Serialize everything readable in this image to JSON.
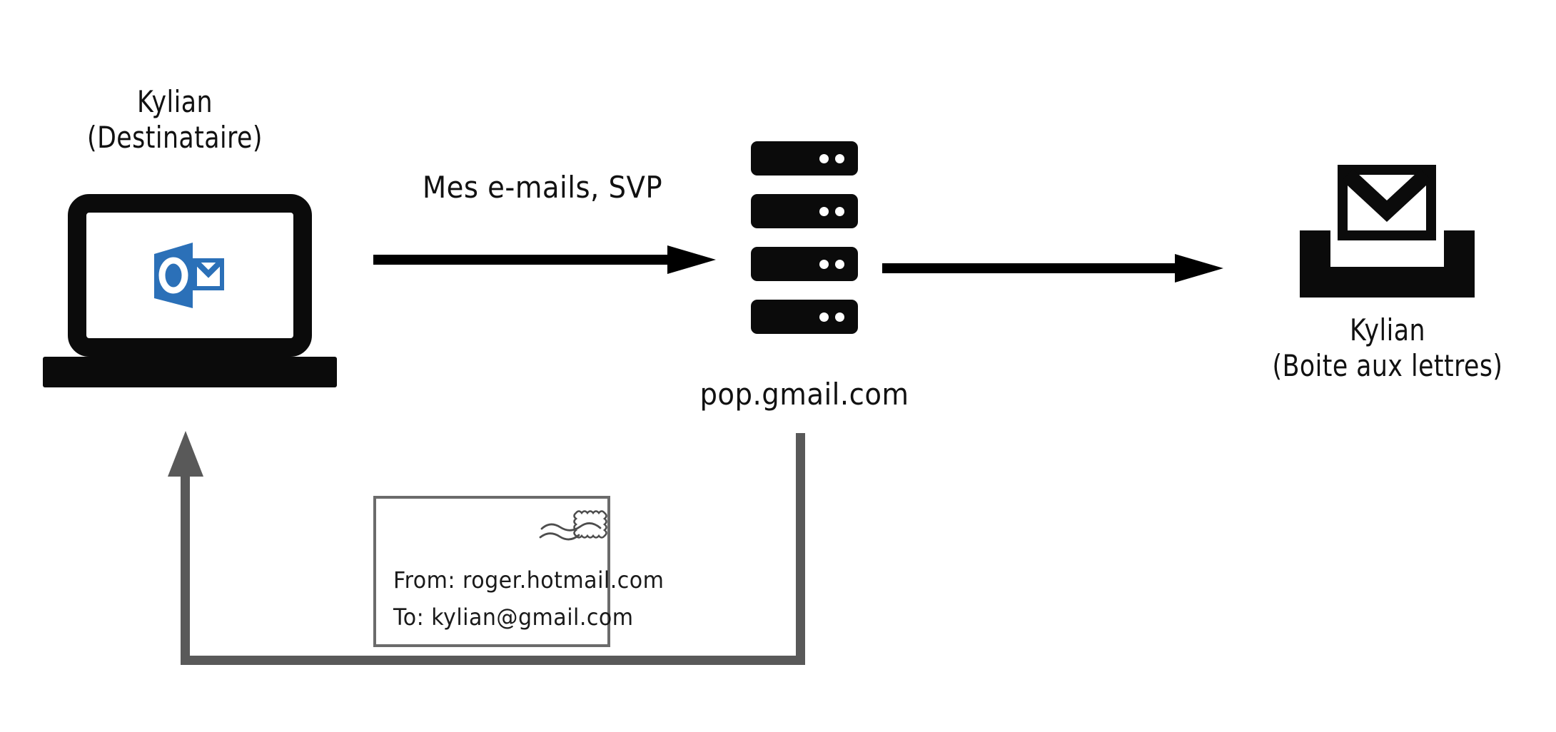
{
  "diagram": {
    "title": "POP e-mail retrieval flow",
    "background_color": "#ffffff",
    "ink_color": "#000000",
    "grey_path_color": "#595959",
    "outlook_blue": "#2b70b8",
    "letter_border_color": "#6b6b6b"
  },
  "nodes": {
    "client": {
      "label_line1": "Kylian",
      "label_line2": "(Destinataire)",
      "icon": "laptop-icon",
      "screen_app": "outlook-logo"
    },
    "server": {
      "label": "pop.gmail.com",
      "icon": "server-rack-icon",
      "unit_count": 4,
      "dots_per_unit": 2
    },
    "mailbox": {
      "label_line1": "Kylian",
      "label_line2": "(Boite aux lettres)",
      "icon": "inbox-tray-icon"
    }
  },
  "arrows": {
    "request": {
      "label": "Mes e-mails, SVP",
      "from": "client",
      "to": "server",
      "color": "#000000",
      "direction": "right"
    },
    "fetch": {
      "label": "",
      "from": "server",
      "to": "mailbox",
      "color": "#000000",
      "direction": "right"
    },
    "delivery": {
      "label": "",
      "from": "server",
      "to": "client",
      "color": "#595959",
      "direction": "up",
      "style": "elbow"
    }
  },
  "letter": {
    "from_label": "From:",
    "from_value": "roger.hotmail.com",
    "to_label": "To:",
    "to_value": "kylian@gmail.com",
    "from_line": "From:  roger.hotmail.com",
    "to_line": "To:  kylian@gmail.com",
    "stamp_icon": "postage-stamp-icon",
    "postmark_icon": "postmark-squiggle-icon"
  }
}
